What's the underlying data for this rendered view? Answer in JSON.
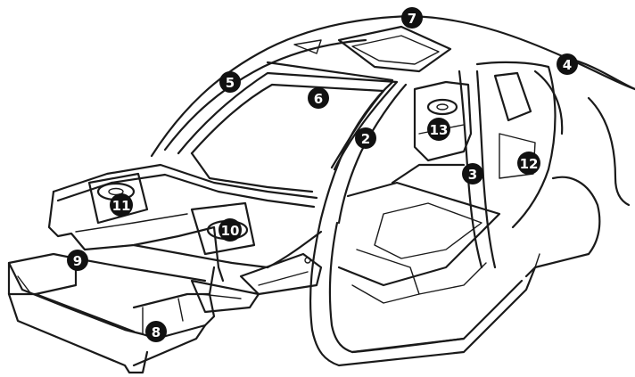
{
  "callouts": [
    {
      "id": "c1",
      "label": "2"
    },
    {
      "id": "c2",
      "label": "3"
    },
    {
      "id": "c3",
      "label": "4"
    },
    {
      "id": "c4",
      "label": "5"
    },
    {
      "id": "c5",
      "label": "6"
    },
    {
      "id": "c6",
      "label": "7"
    },
    {
      "id": "c7",
      "label": "8"
    },
    {
      "id": "c8",
      "label": "9"
    },
    {
      "id": "c9",
      "label": "10"
    },
    {
      "id": "c10",
      "label": "11"
    },
    {
      "id": "c11",
      "label": "12"
    },
    {
      "id": "c12",
      "label": "13"
    }
  ],
  "colors": {
    "line": "#1a1a1a",
    "badge": "#111111",
    "badge_text": "#ffffff",
    "background": "#ffffff"
  }
}
